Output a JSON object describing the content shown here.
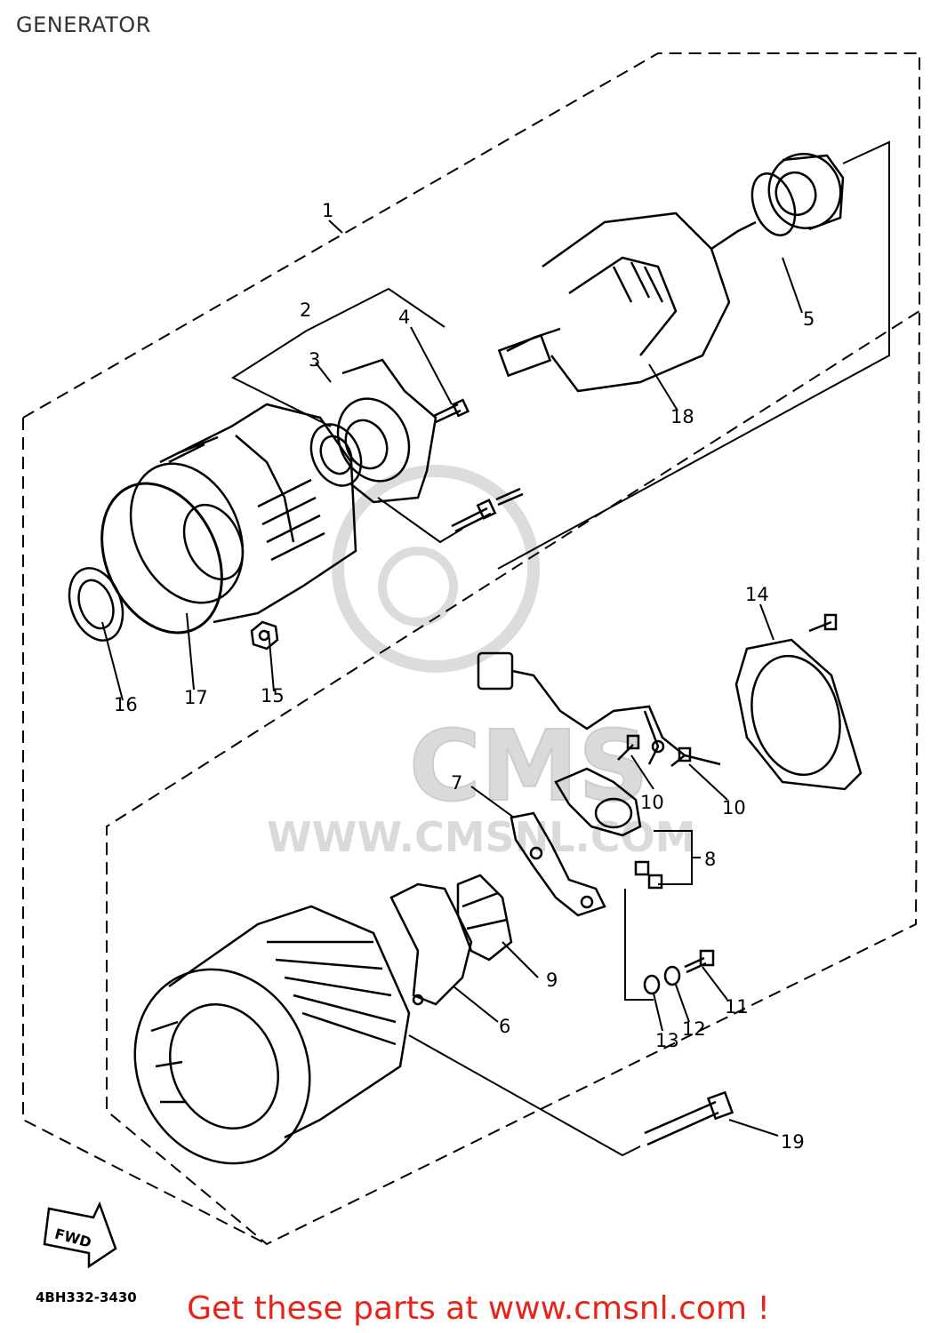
{
  "page": {
    "title": "GENERATOR"
  },
  "watermark": {
    "brand": "CMS",
    "url": "WWW.CMSNL.COM"
  },
  "fwd_label": "FWD",
  "diagram_code": "4BH332-3430",
  "footer": {
    "text": "Get these parts at www.cmsnl.com !"
  },
  "callouts": [
    "1",
    "2",
    "3",
    "4",
    "5",
    "6",
    "7",
    "8",
    "9",
    "10",
    "10",
    "11",
    "12",
    "13",
    "14",
    "15",
    "16",
    "17",
    "18",
    "19"
  ],
  "colors": {
    "footer": "#e8231a",
    "line": "#000000",
    "watermark": "#d6d6d6"
  }
}
